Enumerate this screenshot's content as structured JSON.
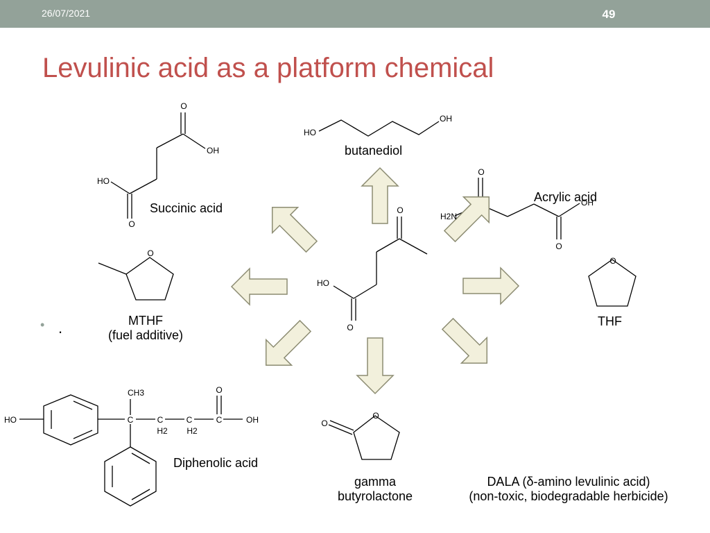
{
  "header": {
    "date": "26/07/2021",
    "slide_number": "49"
  },
  "title": "Levulinic acid as a platform chemical",
  "bullet": {
    "text": "."
  },
  "center_molecule": {
    "atoms": {
      "ketone_o": "O",
      "acid_ho": "HO",
      "acid_o": "O"
    }
  },
  "products": {
    "succinic_acid": {
      "name": "Succinic acid",
      "atoms": {
        "o_top": "O",
        "oh": "OH",
        "ho": "HO",
        "o_bottom": "O"
      }
    },
    "butanediol": {
      "name": "butanediol",
      "atoms": {
        "ho": "HO",
        "oh": "OH"
      }
    },
    "acrylic_acid": {
      "name": "Acrylic acid",
      "atoms": {
        "o_top": "O",
        "h2n": "H2N",
        "oh": "OH",
        "o_bottom": "O"
      }
    },
    "mthf": {
      "name": "MTHF",
      "note": "(fuel additive)",
      "atoms": {
        "o": "O"
      }
    },
    "thf": {
      "name": "THF",
      "atoms": {
        "o": "O"
      }
    },
    "diphenolic_acid": {
      "name": "Diphenolic acid",
      "atoms": {
        "ho": "HO",
        "ch3": "CH3",
        "c_quaternary": "C",
        "c_h2_1": "C",
        "c_h2_2": "C",
        "c_acid": "C",
        "h2_1": "H2",
        "h2_2": "H2",
        "o_carbonyl": "O",
        "oh": "OH"
      }
    },
    "gbl": {
      "name": "gamma",
      "name_line2": "butyrolactone",
      "atoms": {
        "o_ring": "O",
        "o_carbonyl": "O"
      }
    },
    "dala": {
      "name": "DALA (δ-amino levulinic acid)",
      "note": "(non-toxic, biodegradable herbicide)"
    }
  },
  "colors": {
    "header_bar": "#93a299",
    "title": "#c0504d",
    "arrow_fill": "#f2f0dc",
    "arrow_stroke": "#8c8c72"
  }
}
